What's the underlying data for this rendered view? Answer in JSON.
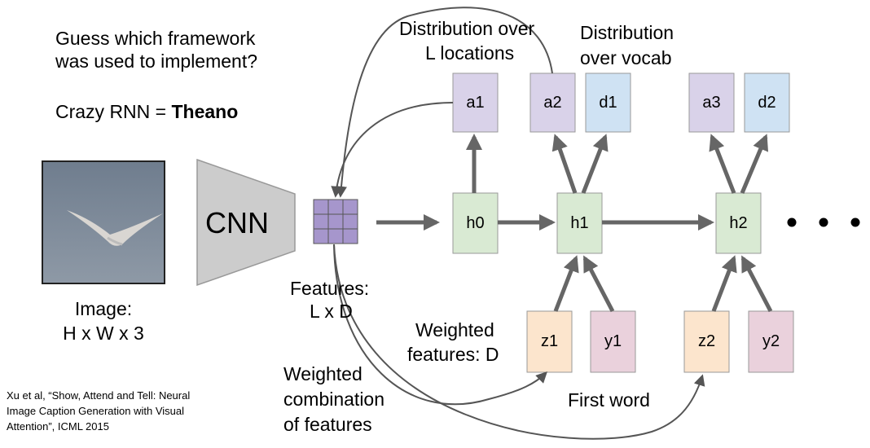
{
  "question": {
    "line1": "Guess which framework",
    "line2": "was used to implement?",
    "answer_prefix": "Crazy RNN = ",
    "answer": "Theano"
  },
  "image_caption": {
    "line1": "Image:",
    "line2": "H x W x 3"
  },
  "cnn_label": "CNN",
  "features_caption": {
    "line1": "Features:",
    "line2": "L x D"
  },
  "dist_locations": {
    "line1": "Distribution over",
    "line2": "L locations"
  },
  "dist_vocab": {
    "line1": "Distribution",
    "line2": "over vocab"
  },
  "weighted_features": {
    "line1": "Weighted",
    "line2": "features: D"
  },
  "weighted_combination": {
    "line1": "Weighted",
    "line2": "combination",
    "line3": "of features"
  },
  "first_word": "First word",
  "citation": {
    "line1": "Xu et al, “Show, Attend and Tell: Neural",
    "line2": "Image Caption Generation with Visual",
    "line3": "Attention”, ICML 2015"
  },
  "nodes": {
    "a1": "a1",
    "a2": "a2",
    "d1": "d1",
    "a3": "a3",
    "d2": "d2",
    "h0": "h0",
    "h1": "h1",
    "h2": "h2",
    "z1": "z1",
    "y1": "y1",
    "z2": "z2",
    "y2": "y2"
  },
  "colors": {
    "attention": "#d9d2e9",
    "vocab": "#cfe2f3",
    "hidden": "#d9ead3",
    "z_input": "#fce5cd",
    "y_input": "#ead1dc",
    "grid": "#a696cc",
    "arrow": "#666666",
    "cnn": "#cccccc"
  }
}
